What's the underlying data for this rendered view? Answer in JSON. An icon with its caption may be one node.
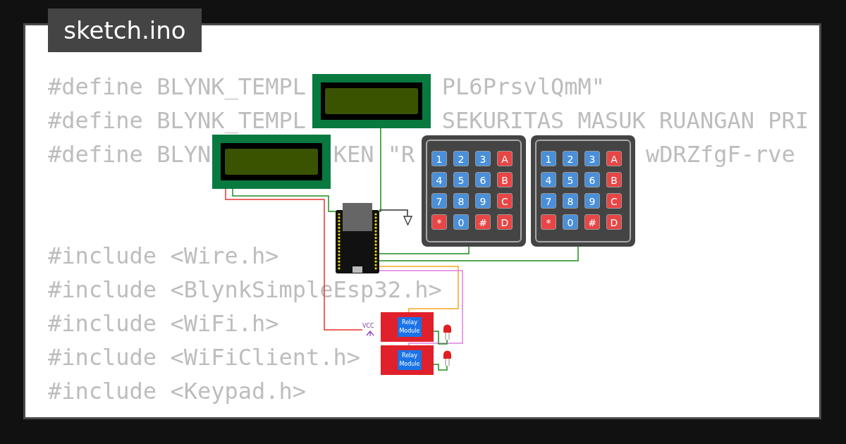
{
  "diagram": {
    "title": "sketch.ino",
    "nodes": [
      {
        "text": [],
        "shape": "picture"
      },
      {
        "text": [],
        "shape": "picture"
      },
      {
        "text": [
          "1",
          "2",
          "3",
          "A",
          "4",
          "5",
          "6",
          "B",
          "7",
          "8",
          "9",
          "C",
          "*",
          "0",
          "#",
          "D"
        ]
      },
      {
        "text": [
          "1",
          "2",
          "3",
          "A",
          "4",
          "5",
          "6",
          "B",
          "7",
          "8",
          "9",
          "C",
          "*",
          "0",
          "#",
          "D"
        ]
      },
      {
        "text": [],
        "shape": "picture"
      },
      {
        "text": [
          "Relay Module"
        ]
      },
      {
        "text": [
          "Relay Module"
        ]
      },
      {
        "text": [],
        "shape": "picture"
      },
      {
        "text": [],
        "shape": "picture"
      },
      {
        "text": [],
        "shape": "picture"
      },
      {
        "text": [
          "VCC"
        ]
      }
    ],
    "edges": [
      {
        "from": 0,
        "to": 4,
        "arrow": "none"
      },
      {
        "from": 1,
        "to": 4,
        "arrow": "none"
      },
      {
        "from": 2,
        "to": 4,
        "arrow": "none"
      },
      {
        "from": 3,
        "to": 4,
        "arrow": "none"
      },
      {
        "from": 4,
        "to": 5,
        "arrow": "none",
        "color": "#f5a623"
      },
      {
        "from": 4,
        "to": 6,
        "arrow": "none",
        "color": "#e07fe0"
      },
      {
        "from": 4,
        "to": 9,
        "arrow": "none",
        "color": "#333333"
      },
      {
        "from": 5,
        "to": 7,
        "arrow": "none"
      },
      {
        "from": 6,
        "to": 8,
        "arrow": "none"
      },
      {
        "from": 10,
        "to": 1,
        "arrow": "none",
        "color": "#e8332f"
      }
    ],
    "labels": [
      "#define BLYNK_TEMPL",
      "PL6PrsvlQmM\"",
      "#define BLYNK_TEMPL",
      "SEKURITAS MASUK RUANGAN PRI",
      "#define BLYN",
      "KEN \"R",
      "wDRZfgF-rve",
      "#include <Wire.h>",
      "#include <BlynkSimpleEsp32.h>",
      "#include <WiFi.h>",
      "#include <WiFiClient.h>",
      "#include <Keypad.h>"
    ]
  }
}
